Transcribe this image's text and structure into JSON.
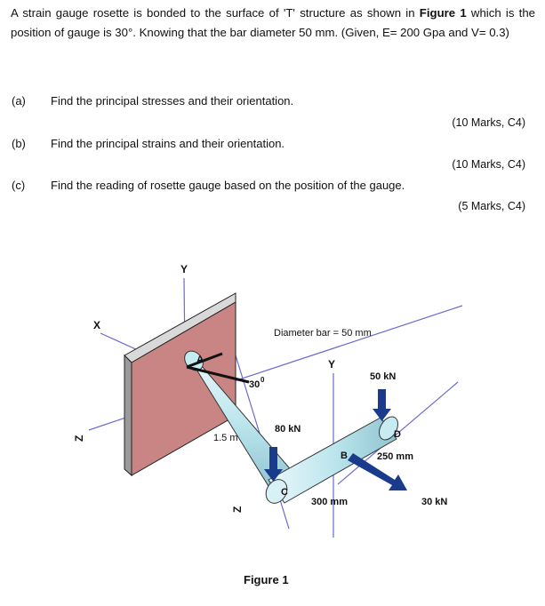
{
  "problem": {
    "intro_part1": "A strain gauge rosette is bonded to the surface of 'T' structure as shown in ",
    "intro_fig": "Figure 1",
    "intro_part2": " which is the position of gauge is 30°. Knowing that the bar diameter 50 mm. (Given, E= 200 Gpa and V= 0.3)",
    "questions": [
      {
        "label": "(a)",
        "text": "Find the principal stresses and their orientation.",
        "marks": "(10 Marks, C4)"
      },
      {
        "label": "(b)",
        "text": "Find the principal strains and their orientation.",
        "marks": "(10 Marks, C4)"
      },
      {
        "label": "(c)",
        "text": "Find the reading of rosette gauge based on the position of the gauge.",
        "marks": "(5 Marks, C4)"
      }
    ]
  },
  "figure": {
    "caption": "Figure 1",
    "axis_y_top": "Y",
    "axis_x": "X",
    "axis_z_left": "Z",
    "axis_y_right": "Y",
    "axis_z_bottom": "Z",
    "diameter_label": "Diameter bar = 50 mm",
    "angle_label": "30",
    "angle_sup": "0",
    "point_a": "A",
    "point_b": "B",
    "point_c": "C",
    "point_d": "D",
    "load_80": "80 kN",
    "load_50": "50 kN",
    "load_30": "30 kN",
    "len_1_5": "1.5 m",
    "len_250": "250 mm",
    "len_300": "300 mm",
    "colors": {
      "wall": "#c98484",
      "bar": "#bde6ee",
      "arrow": "#1a3a8c",
      "axis": "#6a6ad0"
    }
  }
}
